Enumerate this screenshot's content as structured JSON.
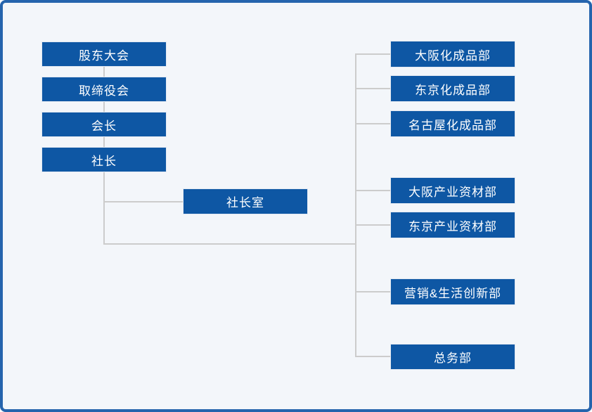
{
  "diagram": {
    "type": "org-chart",
    "governance_chain": [
      {
        "label": "股东大会"
      },
      {
        "label": "取缔役会"
      },
      {
        "label": "会长"
      },
      {
        "label": "社长"
      }
    ],
    "president_office": {
      "label": "社长室"
    },
    "departments": [
      {
        "label": "大阪化成品部"
      },
      {
        "label": "东京化成品部"
      },
      {
        "label": "名古屋化成品部"
      },
      {
        "label": "大阪产业资材部"
      },
      {
        "label": "东京产业资材部"
      },
      {
        "label": "营销&生活创新部"
      },
      {
        "label": "总务部"
      }
    ],
    "colors": {
      "node_fill": "#0E57A4",
      "node_text": "#FFFFFF",
      "connector_line": "#CCCCCC",
      "frame_border": "#2564AD",
      "page_background": "#F3F6FA"
    }
  }
}
